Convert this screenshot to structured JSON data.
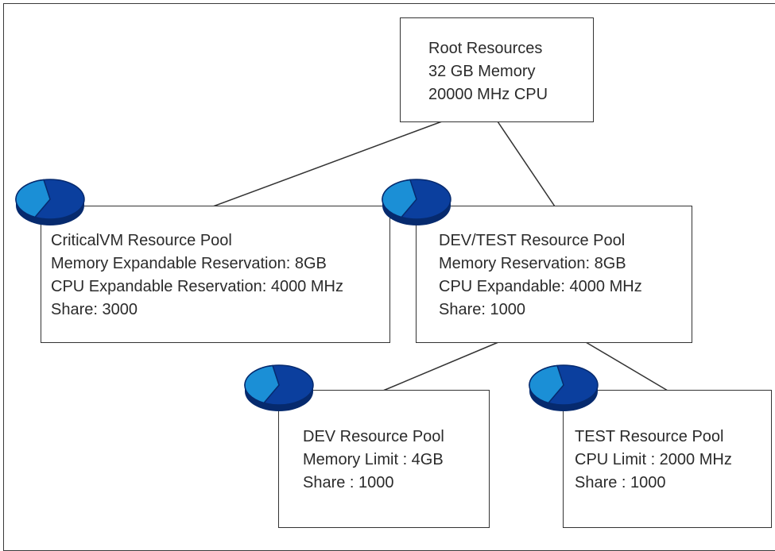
{
  "colors": {
    "pie_light": "#1b8fd6",
    "pie_dark": "#0b3f9e",
    "pie_edge": "#062a6e",
    "line": "#333333",
    "text": "#2b2b2b"
  },
  "nodes": {
    "root": {
      "lines": [
        "Root Resources",
        "32 GB Memory",
        "20000 MHz CPU"
      ]
    },
    "critical": {
      "icon": "pie-chart-icon",
      "lines": [
        "CriticalVM Resource Pool",
        "Memory Expandable Reservation: 8GB",
        "CPU Expandable Reservation: 4000 MHz",
        "Share: 3000"
      ]
    },
    "devtest": {
      "icon": "pie-chart-icon",
      "lines": [
        "DEV/TEST Resource Pool",
        "Memory Reservation: 8GB",
        "CPU Expandable: 4000 MHz",
        "Share: 1000"
      ]
    },
    "dev": {
      "icon": "pie-chart-icon",
      "lines": [
        "DEV Resource Pool",
        "Memory Limit : 4GB",
        "Share : 1000"
      ]
    },
    "test": {
      "icon": "pie-chart-icon",
      "lines": [
        "TEST Resource Pool",
        "CPU Limit : 2000 MHz",
        "Share : 1000"
      ]
    }
  }
}
